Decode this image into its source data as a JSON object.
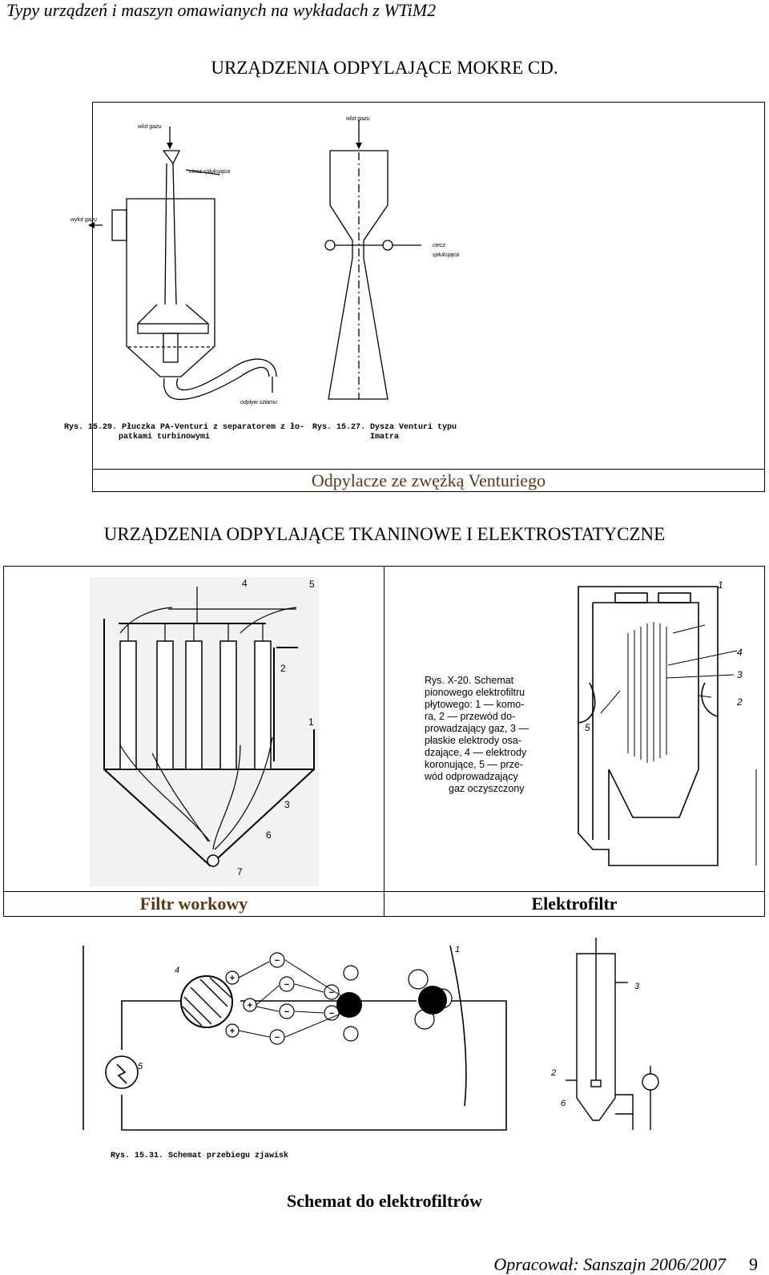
{
  "header": {
    "running_title": "Typy urządzeń i maszyn omawianych na wykładach z WTiM2"
  },
  "section1": {
    "title": "URZĄDZENIA ODPYLAJĄCE MOKRE CD.",
    "figure_left": {
      "caption_lines": [
        "Rys. 15.29. Płuczka PA-Venturi z separatorem z ło-",
        "patkami turbinowymi"
      ],
      "labels": {
        "gas_in": "wlot gazu",
        "gas_out": "wylot gazu",
        "spray_liquid": "ciecz spłukująca",
        "sludge_out": "odpływ szlamu"
      }
    },
    "figure_right": {
      "caption_lines": [
        "Rys. 15.27. Dysza Venturi typu",
        "Imatra"
      ],
      "labels": {
        "gas_in": "wlot gazu",
        "spray_liquid_1": "ciecz",
        "spray_liquid_2": "spłukująca"
      }
    },
    "caption": "Odpylacze ze zwężką Venturiego"
  },
  "section2": {
    "title": "URZĄDZENIA ODPYLAJĄCE TKANINOWE I ELEKTROSTATYCZNE",
    "bag_filter": {
      "caption": "Filtr workowy",
      "numbers": [
        "1",
        "2",
        "3",
        "4",
        "5",
        "6",
        "7"
      ]
    },
    "electrofilter": {
      "caption": "Elektrofiltr",
      "description_lines": [
        "Rys.   X-20.   Schemat",
        "pionowego  elektrofiltru",
        "płytowego:  1 — komo-",
        "ra,  2 — przewód  do-",
        "prowadzający gaz,  3 —",
        "płaskie  elektrody  osa-",
        "dzające,  4 — elektrody",
        "koronujące,  5 — prze-",
        "wód   odprowadzający",
        "gaz oczyszczony"
      ],
      "numbers": [
        "1",
        "2",
        "3",
        "4",
        "5"
      ]
    }
  },
  "section3": {
    "figure_caption": "Rys. 15.31. Schemat przebiegu zjawisk",
    "numbers": [
      "1",
      "2",
      "3",
      "4",
      "5",
      "6"
    ],
    "signs": {
      "plus": "+",
      "minus": "−"
    },
    "caption": "Schemat do elektrofiltrów"
  },
  "footer": {
    "credit": "Opracował: Sanszajn 2006/2007",
    "page_number": "9"
  }
}
